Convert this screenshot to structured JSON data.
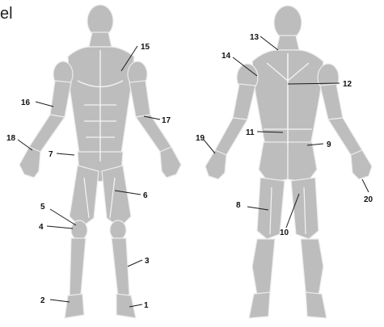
{
  "cropped_heading_fragment": "el",
  "colors": {
    "body_fill": "#bdbdbd",
    "muscle_line": "#f4f4f4",
    "leader_line": "#1a1a1a",
    "number_text": "#111111"
  },
  "figures": [
    {
      "view": "front",
      "labels": [
        "1",
        "2",
        "3",
        "4",
        "5",
        "6",
        "7",
        "15",
        "16",
        "17",
        "18"
      ]
    },
    {
      "view": "back",
      "labels": [
        "8",
        "9",
        "10",
        "11",
        "12",
        "13",
        "14",
        "19",
        "20"
      ]
    }
  ]
}
